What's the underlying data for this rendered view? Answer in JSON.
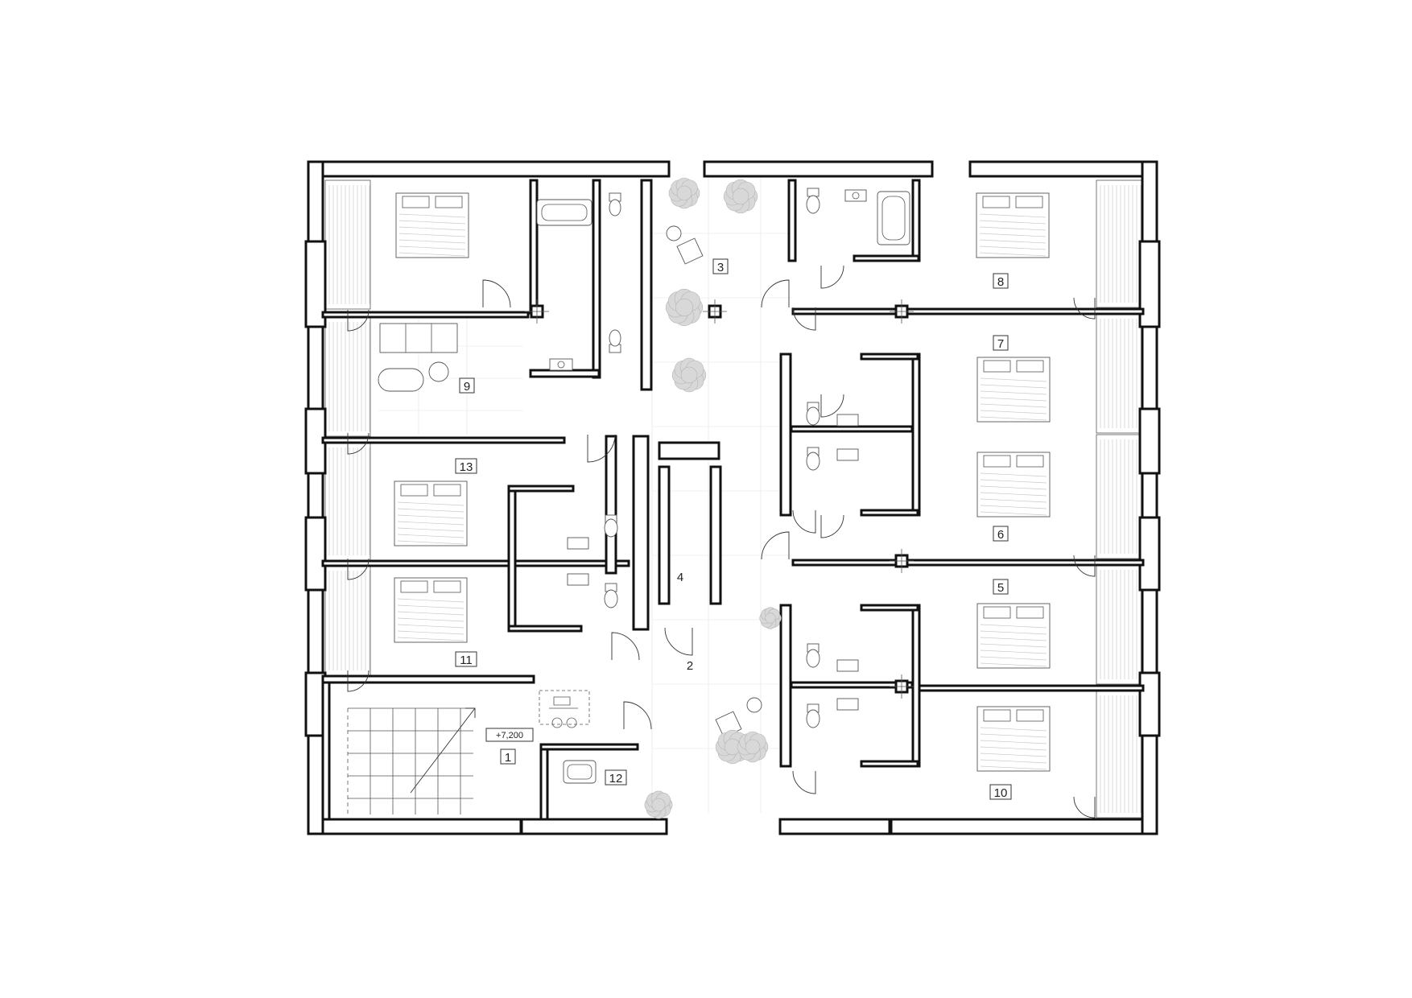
{
  "plan": {
    "rooms": [
      {
        "id": "room-1",
        "label": "1"
      },
      {
        "id": "room-2",
        "label": "2"
      },
      {
        "id": "room-3",
        "label": "3"
      },
      {
        "id": "room-4",
        "label": "4"
      },
      {
        "id": "room-5",
        "label": "5"
      },
      {
        "id": "room-6",
        "label": "6"
      },
      {
        "id": "room-7",
        "label": "7"
      },
      {
        "id": "room-8",
        "label": "8"
      },
      {
        "id": "room-9",
        "label": "9"
      },
      {
        "id": "room-10",
        "label": "10"
      },
      {
        "id": "room-11",
        "label": "11"
      },
      {
        "id": "room-12",
        "label": "12"
      },
      {
        "id": "room-13",
        "label": "13"
      }
    ],
    "level_mark": "+7,200",
    "colors": {
      "wall": "#111111",
      "line": "#555555",
      "plant": "#d8d8d8",
      "background": "#ffffff"
    },
    "icons": [
      "stair-arrow-icon",
      "structural-column-icon",
      "plant-icon",
      "door-swing-icon",
      "bed-icon",
      "bathtub-icon",
      "toilet-icon",
      "sink-icon",
      "armchair-icon",
      "wheelchair-icon"
    ]
  }
}
